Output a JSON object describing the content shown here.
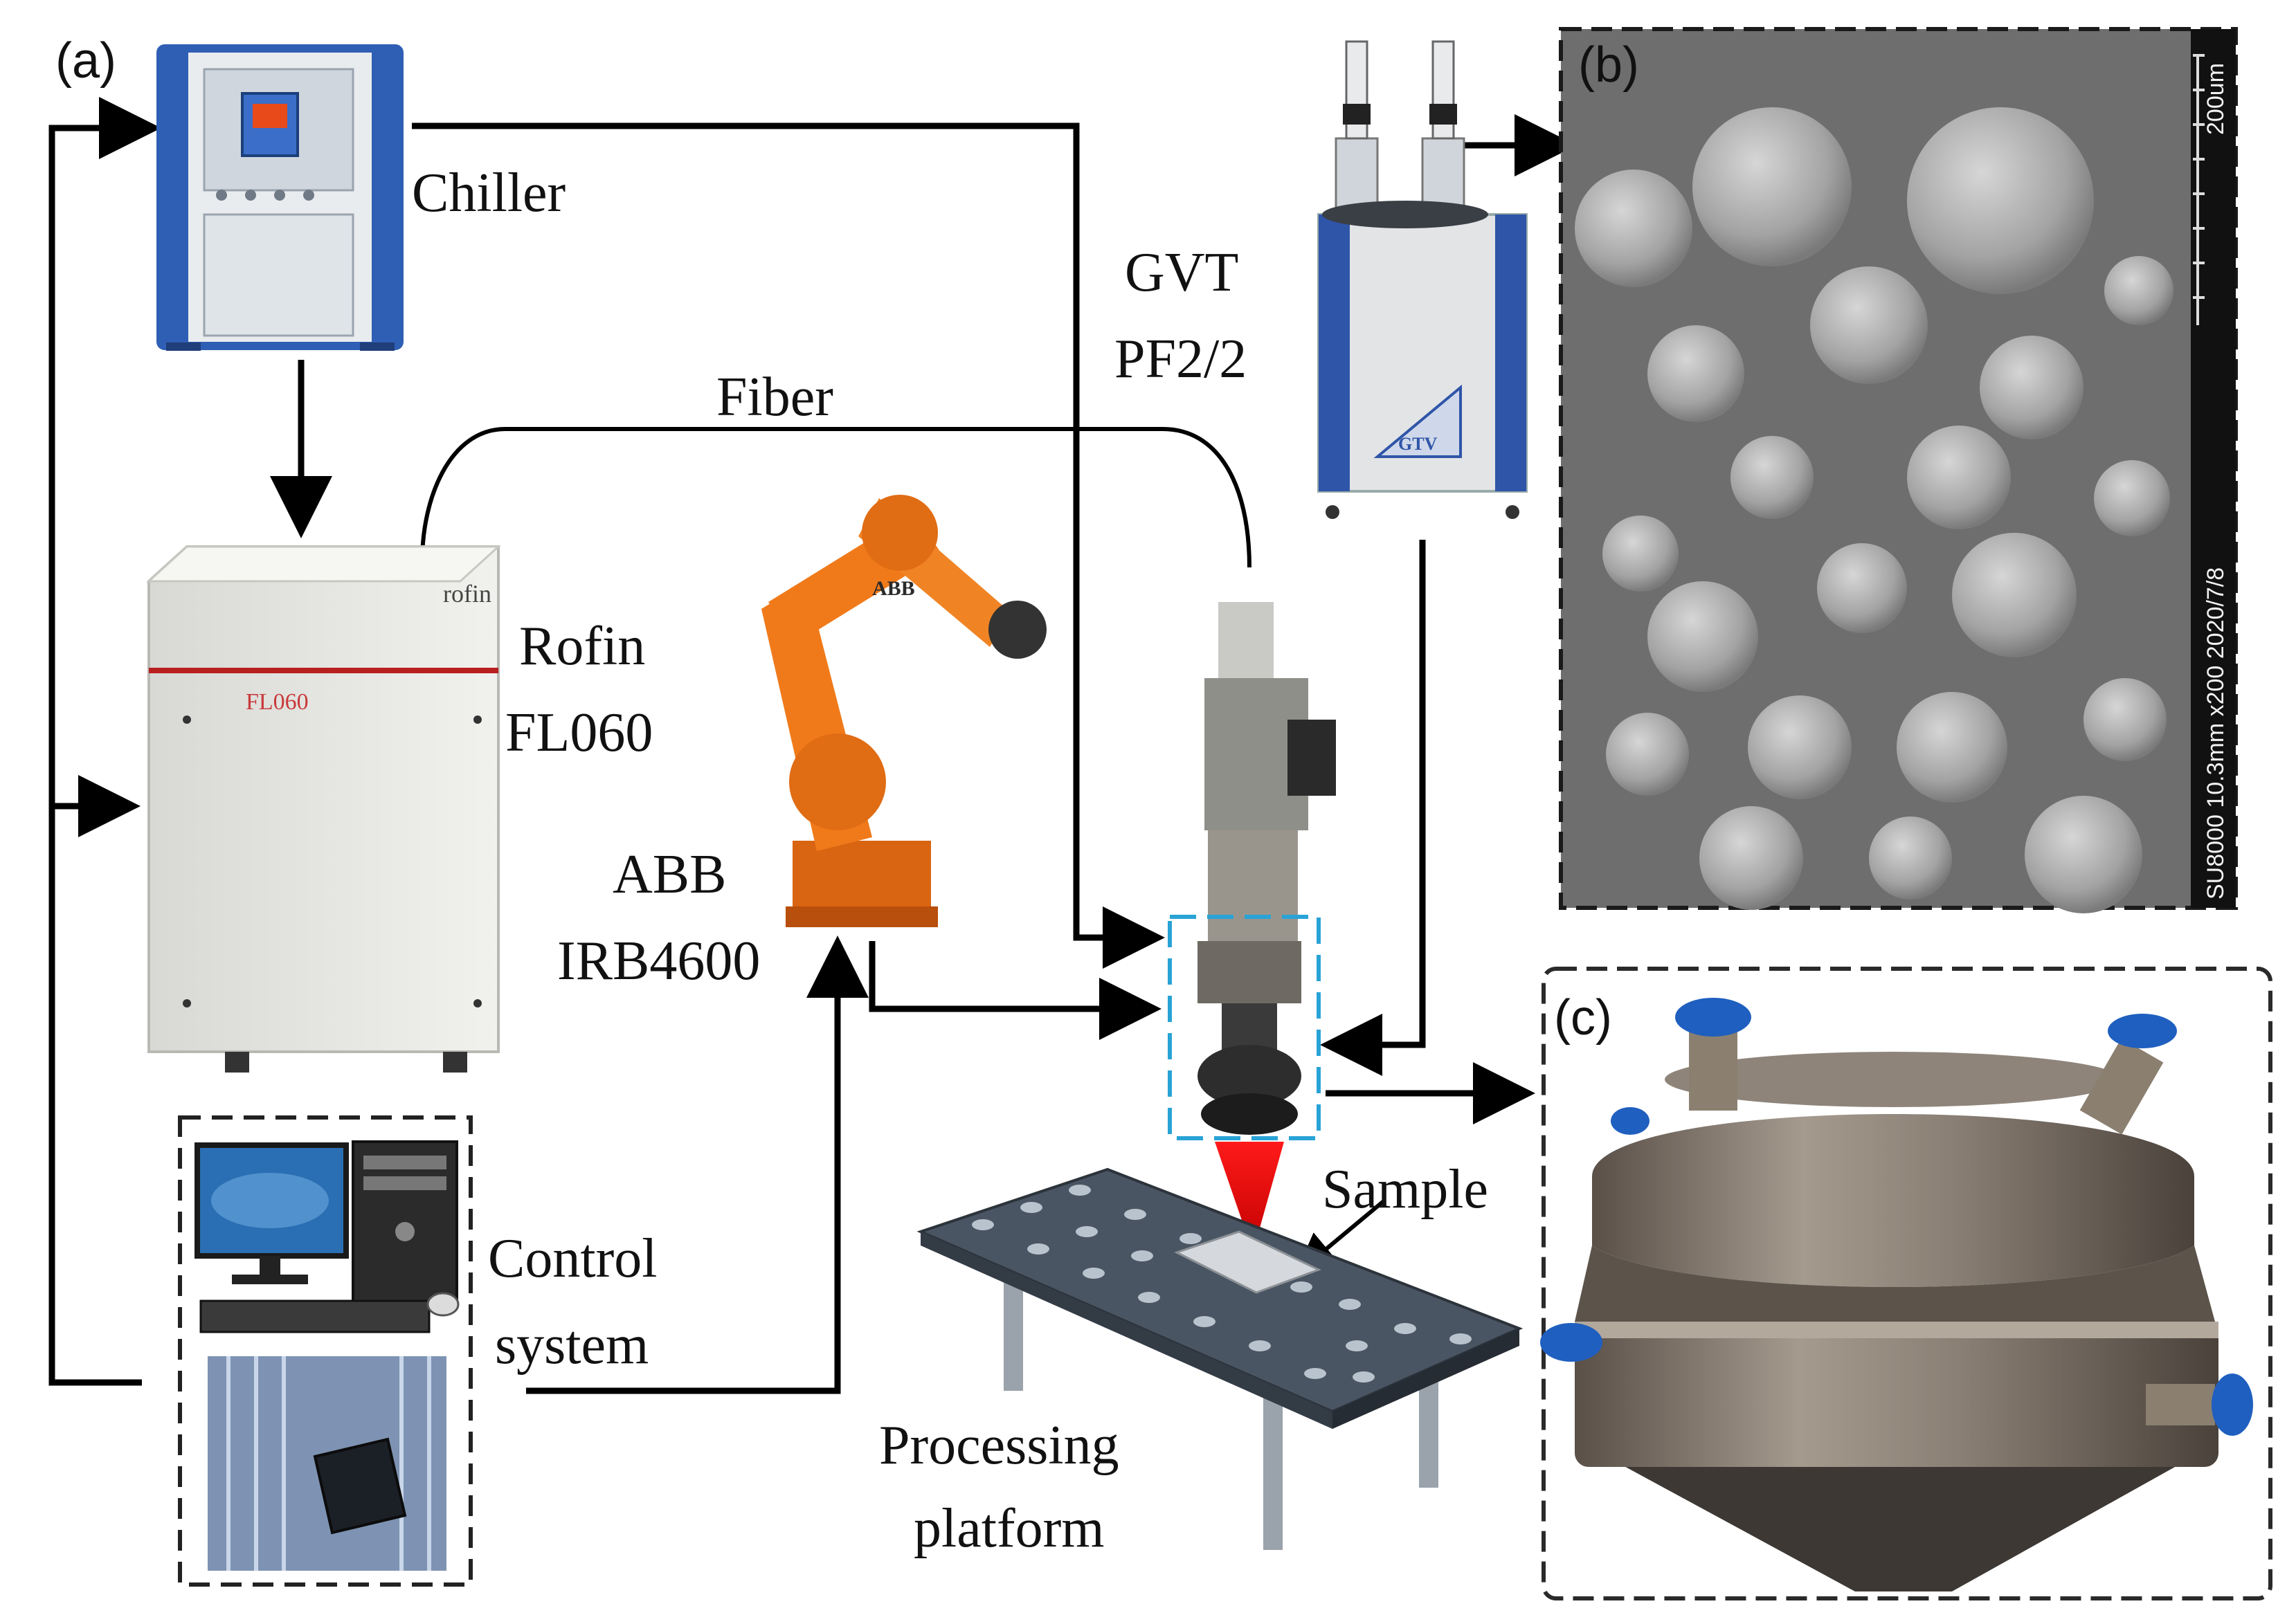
{
  "panels": {
    "a": "(a)",
    "b": "(b)",
    "c": "(c)"
  },
  "labels": {
    "chiller": "Chiller",
    "fiber": "Fiber",
    "gvt_line1": "GVT",
    "gvt_line2": "PF2/2",
    "rofin_line1": "Rofin",
    "rofin_line2": "FL060",
    "abb_line1": "ABB",
    "abb_line2": "IRB4600",
    "control_line1": "Control",
    "control_line2": "system",
    "sample": "Sample",
    "platform_line1": "Processing",
    "platform_line2": "platform"
  },
  "device_marks": {
    "rofin_logo": "rofin",
    "fl_model": "FL060",
    "abb_logo": "ABB",
    "gtv_logo": "GTV"
  },
  "sem": {
    "scale_label": "200um",
    "info": "SU8000 10.3mm x200 2020/7/8"
  },
  "colors": {
    "line": "#000000",
    "laser": "#e01010",
    "focus_box": "#29a3d6",
    "robot": "#f07a1a",
    "chiller_blue": "#2f5fb5",
    "sem_bg": "#6e6e6e"
  }
}
